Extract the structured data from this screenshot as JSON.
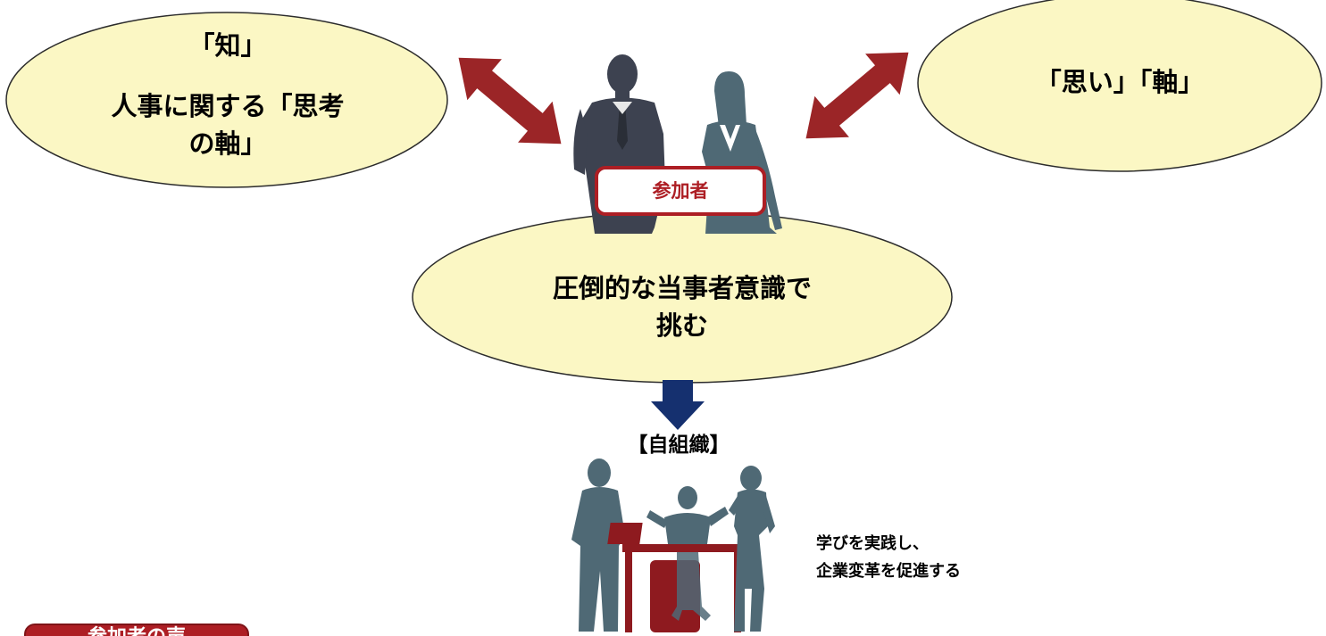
{
  "colors": {
    "ellipse_fill": "#fbf7c4",
    "ellipse_stroke": "#2c2c2c",
    "accent_red": "#ad1e24",
    "arrow_red": "#9b2527",
    "arrow_navy": "#15306f",
    "silhouette_dark": "#3d4250",
    "silhouette_teal": "#4f6975",
    "desk_red": "#8e1a1f"
  },
  "icons": {
    "couple": "business-couple-silhouette-icon",
    "team": "office-team-silhouette-icon",
    "double_arrow": "double-headed-arrow-icon",
    "down_arrow": "down-arrow-icon"
  },
  "knowledge": {
    "title": "「知」",
    "line1": "人事に関する「思考",
    "line2": "の軸」"
  },
  "thought": {
    "title": "「思い」「軸」"
  },
  "participant": {
    "label": "参加者"
  },
  "stance": {
    "line1": "圧倒的な当事者意識で",
    "line2": "挑む"
  },
  "organization": {
    "label": "【自組織】",
    "action_line1": "学びを実践し、",
    "action_line2": "企業変革を促進する"
  },
  "footer_tab": {
    "label": "参加者の声"
  }
}
